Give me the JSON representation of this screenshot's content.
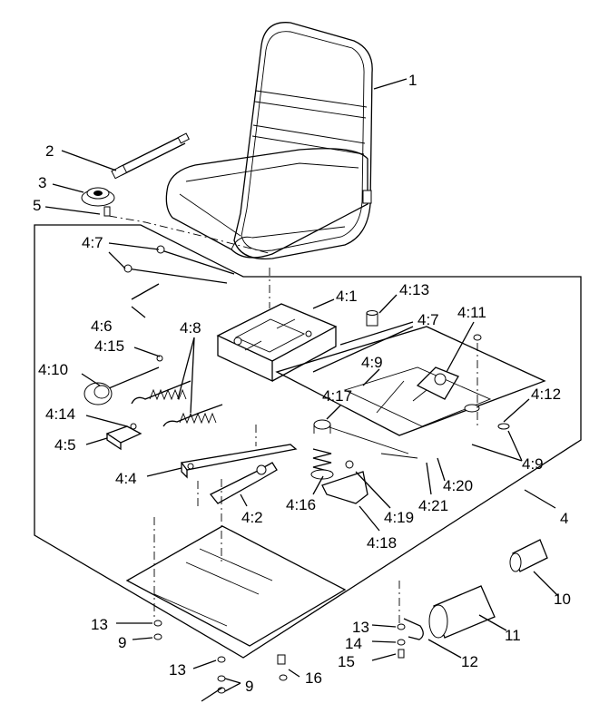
{
  "labels": {
    "p1": "1",
    "p2": "2",
    "p3": "3",
    "p5": "5",
    "p4_7a": "4:7",
    "p4_6": "4:6",
    "p4_1": "4:1",
    "p4_13": "4:13",
    "p4_7b": "4:7",
    "p4_11": "4:11",
    "p4_15": "4:15",
    "p4_8": "4:8",
    "p4_10": "4:10",
    "p4_9a": "4:9",
    "p4_17": "4:17",
    "p4_12": "4:12",
    "p4_14": "4:14",
    "p4_5": "4:5",
    "p4_4": "4:4",
    "p4_2": "4:2",
    "p4_16": "4:16",
    "p4_20": "4:20",
    "p4_9b": "4:9",
    "p4_21": "4:21",
    "p4_19": "4:19",
    "p4": "4",
    "p4_18": "4:18",
    "p10": "10",
    "p11": "11",
    "p12": "12",
    "p13a": "13",
    "p9a": "9",
    "p13b": "13",
    "p14": "14",
    "p15": "15",
    "p13c": "13",
    "p9b": "9",
    "p16": "16"
  }
}
